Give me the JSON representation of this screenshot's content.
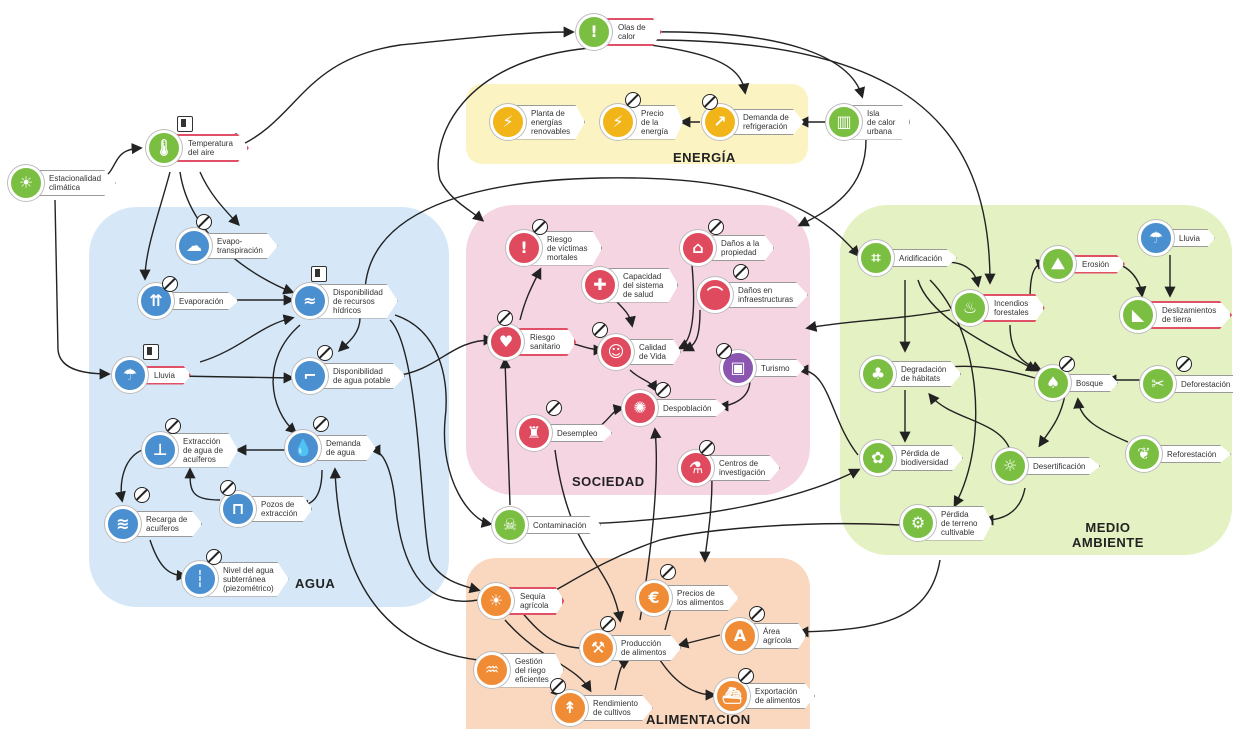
{
  "colors": {
    "water": "#4a8fd0",
    "society": "#e04a5e",
    "energy": "#f2b519",
    "environment": "#7bbf42",
    "food": "#ef8c35",
    "purple": "#8a56b0",
    "region_water": "#d6e8f8",
    "region_society": "#f6d5e2",
    "region_energy": "#fbf4c2",
    "region_environment": "#e4f1c2",
    "region_food": "#fad8c0"
  },
  "regions": {
    "energia": "ENERGÍA",
    "agua": "AGUA",
    "sociedad": "SOCIEDAD",
    "medio_ambiente": "MEDIO\nAMBIENTE",
    "alimentacion": "ALIMENTACIÓN"
  },
  "nodes": {
    "estacionalidad": {
      "label": "Estacionalidad\nclimática",
      "icon": "sun-cloud-icon"
    },
    "temperatura": {
      "label": "Temperatura\ndel aire",
      "icon": "thermometer-icon"
    },
    "olas_calor": {
      "label": "Olas de\ncalor",
      "icon": "thermometer-icon"
    },
    "planta_energias": {
      "label": "Planta de\nenergías\nrenovables",
      "icon": "lightning-icon"
    },
    "precio_energia": {
      "label": "Precio\nde la\nenergía",
      "icon": "lightning-icon"
    },
    "demanda_refrigeracion": {
      "label": "Demanda de\nrefrigeración",
      "icon": "chart-up-icon"
    },
    "isla_calor": {
      "label": "Isla\nde calor\nurbana",
      "icon": "city-icon"
    },
    "evapotranspiracion": {
      "label": "Evapo-\ntranspiración",
      "icon": "cloud-rain-icon"
    },
    "evaporacion": {
      "label": "Evaporación",
      "icon": "arrows-up-icon"
    },
    "disponibilidad_recursos": {
      "label": "Disponibilidad\nde recursos\nhídricos",
      "icon": "water-wave-icon"
    },
    "lluvia_agua": {
      "label": "Lluvia",
      "icon": "cloud-rain-icon"
    },
    "disponibilidad_potable": {
      "label": "Disponibilidad\nde agua potable",
      "icon": "faucet-icon"
    },
    "extraccion_acuiferos": {
      "label": "Extracción\nde agua de\nacuíferos",
      "icon": "well-icon"
    },
    "demanda_agua": {
      "label": "Demanda\nde agua",
      "icon": "drop-icon"
    },
    "pozos_extraccion": {
      "label": "Pozos de\nextracción",
      "icon": "pump-icon"
    },
    "recarga_acuiferos": {
      "label": "Recarga de\nacuíferos",
      "icon": "aquifer-icon"
    },
    "nivel_agua": {
      "label": "Nivel del agua\nsubterránea\n(piezométrico)",
      "icon": "gauge-icon"
    },
    "riesgo_victimas": {
      "label": "Riesgo\nde víctimas\nmortales",
      "icon": "warning-icon"
    },
    "capacidad_salud": {
      "label": "Capacidad\ndel sistema\nde salud",
      "icon": "hospital-icon"
    },
    "danos_propiedad": {
      "label": "Daños a la\npropiedad",
      "icon": "house-fire-icon"
    },
    "danos_infraestructuras": {
      "label": "Daños en\ninfraestructuras",
      "icon": "bridge-icon"
    },
    "riesgo_sanitario": {
      "label": "Riesgo\nsanitario",
      "icon": "heart-icon"
    },
    "calidad_vida": {
      "label": "Calidad\nde Vida",
      "icon": "people-icon"
    },
    "turismo": {
      "label": "Turismo",
      "icon": "suitcase-icon"
    },
    "despoblacion": {
      "label": "Despoblación",
      "icon": "scatter-icon"
    },
    "desempleo": {
      "label": "Desempleo",
      "icon": "worker-icon"
    },
    "centros_investigacion": {
      "label": "Centros de\ninvestigación",
      "icon": "lab-icon"
    },
    "contaminacion": {
      "label": "Contaminación",
      "icon": "skull-icon"
    },
    "aridificacion": {
      "label": "Aridificación",
      "icon": "cracked-earth-icon"
    },
    "incendios": {
      "label": "Incendios\nforestales",
      "icon": "fire-icon"
    },
    "erosion": {
      "label": "Erosión",
      "icon": "erosion-icon"
    },
    "lluvia_ma": {
      "label": "Lluvia",
      "icon": "cloud-rain-icon"
    },
    "deslizamientos": {
      "label": "Deslizamientos\nde tierra",
      "icon": "landslide-icon"
    },
    "degradacion_habitats": {
      "label": "Degradación\nde hábitats",
      "icon": "habitat-icon"
    },
    "bosque": {
      "label": "Bosque",
      "icon": "tree-icon"
    },
    "deforestacion": {
      "label": "Deforestación",
      "icon": "saw-icon"
    },
    "perdida_biodiversidad": {
      "label": "Pérdida de\nbiodiversidad",
      "icon": "animals-icon"
    },
    "desertificacion": {
      "label": "Desertificación",
      "icon": "desert-icon"
    },
    "reforestacion": {
      "label": "Reforestación",
      "icon": "sapling-icon"
    },
    "perdida_terreno": {
      "label": "Pérdida\nde terreno\ncultivable",
      "icon": "tractor-icon"
    },
    "sequia_agricola": {
      "label": "Sequía\nagrícola",
      "icon": "dry-field-icon"
    },
    "precios_alimentos": {
      "label": "Precios de\nlos alimentos",
      "icon": "price-tag-icon"
    },
    "area_agricola": {
      "label": "Área\nagrícola",
      "icon": "field-icon"
    },
    "produccion_alimentos": {
      "label": "Producción\nde alimentos",
      "icon": "harvester-icon"
    },
    "gestion_riego": {
      "label": "Gestión\ndel riego\neficientes",
      "icon": "irrigation-icon"
    },
    "rendimiento_cultivos": {
      "label": "Rendimiento\nde cultivos",
      "icon": "crop-icon"
    },
    "exportacion_alimentos": {
      "label": "Exportación\nde alimentos",
      "icon": "ship-icon"
    }
  }
}
